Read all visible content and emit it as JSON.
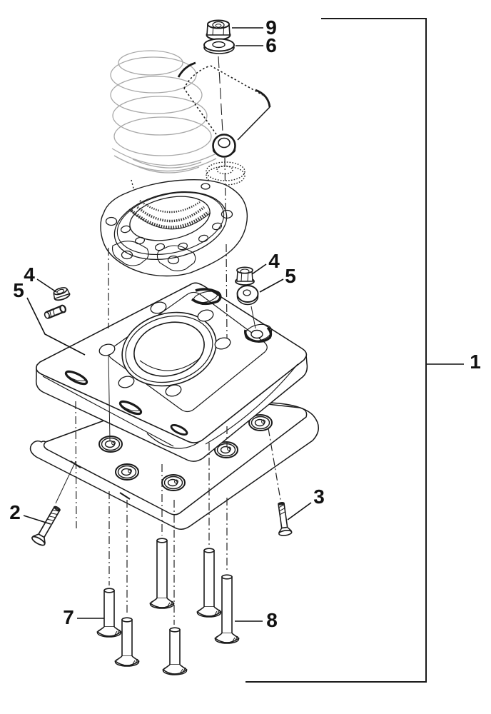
{
  "figure": {
    "kind": "exploded-parts-diagram",
    "background": "#ffffff",
    "line_color": "#1a1a1a",
    "accent_gray": "#a8a8a8"
  },
  "callouts": [
    {
      "label": "9"
    },
    {
      "label": "6"
    },
    {
      "label": "4"
    },
    {
      "label": "5"
    },
    {
      "label": "4"
    },
    {
      "label": "5"
    },
    {
      "label": "1"
    },
    {
      "label": "2"
    },
    {
      "label": "3"
    },
    {
      "label": "7"
    },
    {
      "label": "8"
    }
  ]
}
